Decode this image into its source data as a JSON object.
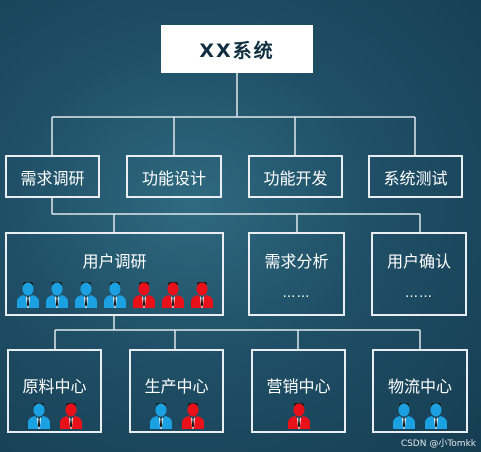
{
  "root": {
    "label": "XX系统"
  },
  "level1": [
    {
      "label": "需求调研"
    },
    {
      "label": "功能设计"
    },
    {
      "label": "功能开发"
    },
    {
      "label": "系统测试"
    }
  ],
  "level2": [
    {
      "label": "用户调研",
      "people": [
        "blue",
        "blue",
        "blue",
        "blue",
        "red",
        "red",
        "red"
      ]
    },
    {
      "label": "需求分析",
      "note": "……"
    },
    {
      "label": "用户确认",
      "note": "……"
    }
  ],
  "level3": [
    {
      "label": "原料中心",
      "people": [
        "blue",
        "red"
      ]
    },
    {
      "label": "生产中心",
      "people": [
        "blue",
        "red"
      ]
    },
    {
      "label": "营销中心",
      "people": [
        "red"
      ]
    },
    {
      "label": "物流中心",
      "people": [
        "blue",
        "blue"
      ]
    }
  ],
  "colors": {
    "person_blue": "#1ba1e2",
    "person_red": "#e8111a",
    "line": "#dfe7ec"
  },
  "watermark": "CSDN @小Tomkk"
}
